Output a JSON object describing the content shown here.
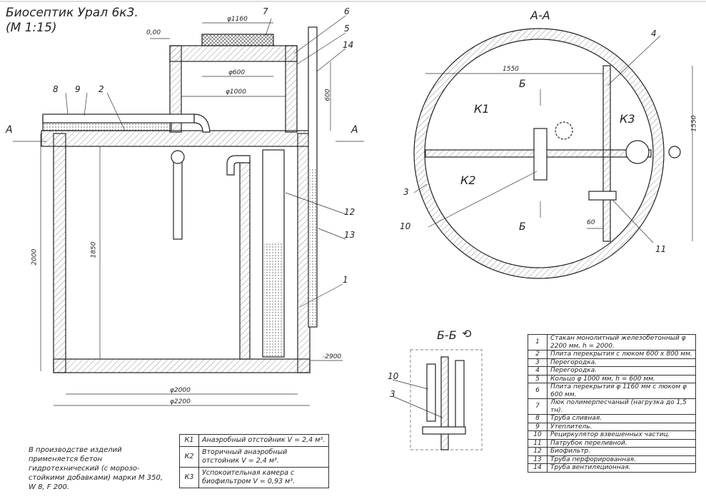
{
  "title_line1": "Биосептик Урал 6к3.",
  "title_line2": "(М 1:15)",
  "section_aa": "А-А",
  "section_bb": "Б-Б",
  "rotate_symbol": "⟲",
  "cut_label_a": "А",
  "cut_label_b": "Б",
  "dims": {
    "d1160": "φ1160",
    "d600": "φ600",
    "d1000": "φ1000",
    "h600": "600",
    "h2000": "2000",
    "h1850": "1850",
    "d2000": "φ2000",
    "d2200": "φ2200",
    "w1550": "1550",
    "h1550": "1550",
    "w60": "60",
    "lvl0": "0,00",
    "lvl2900": "-2900"
  },
  "callouts": [
    "1",
    "2",
    "3",
    "4",
    "5",
    "6",
    "7",
    "8",
    "9",
    "10",
    "11",
    "12",
    "13",
    "14"
  ],
  "chamber_labels": [
    "К1",
    "К2",
    "К3"
  ],
  "note": "В производстве изделий применяется бетон гидротехнический (с морозо-стойкими добавками) марки М 350, W 8, F 200.",
  "chambers": [
    {
      "code": "К1",
      "text": "Анаэробный отстойник V = 2,4 м³."
    },
    {
      "code": "К2",
      "text": "Вторичный анаэробный отстойник V = 2,4 м³."
    },
    {
      "code": "К3",
      "text": "Успокоительная камера с биофильтром V = 0,93 м³."
    }
  ],
  "legend": [
    {
      "n": "1",
      "text": "Стакан монолитный железобетонный φ 2200 мм, h = 2000."
    },
    {
      "n": "2",
      "text": "Плита перекрытия с люком 600 х 800 мм."
    },
    {
      "n": "3",
      "text": "Перегородка."
    },
    {
      "n": "4",
      "text": "Перегородка."
    },
    {
      "n": "5",
      "text": "Кольцо φ 1000 мм, h = 600 мм."
    },
    {
      "n": "6",
      "text": "Плита перекрытия φ 1160 мм с люком φ 600 мм."
    },
    {
      "n": "7",
      "text": "Люк полимерпесчаный (нагрузка до 1,5 тн)."
    },
    {
      "n": "8",
      "text": "Труба сливная."
    },
    {
      "n": "9",
      "text": "Утеплитель."
    },
    {
      "n": "10",
      "text": "Рециркулятор взвешенных частиц."
    },
    {
      "n": "11",
      "text": "Патрубок переливной."
    },
    {
      "n": "12",
      "text": "Биофильтр."
    },
    {
      "n": "13",
      "text": "Труба перфорированная."
    },
    {
      "n": "14",
      "text": "Труба вентиляционная."
    }
  ]
}
